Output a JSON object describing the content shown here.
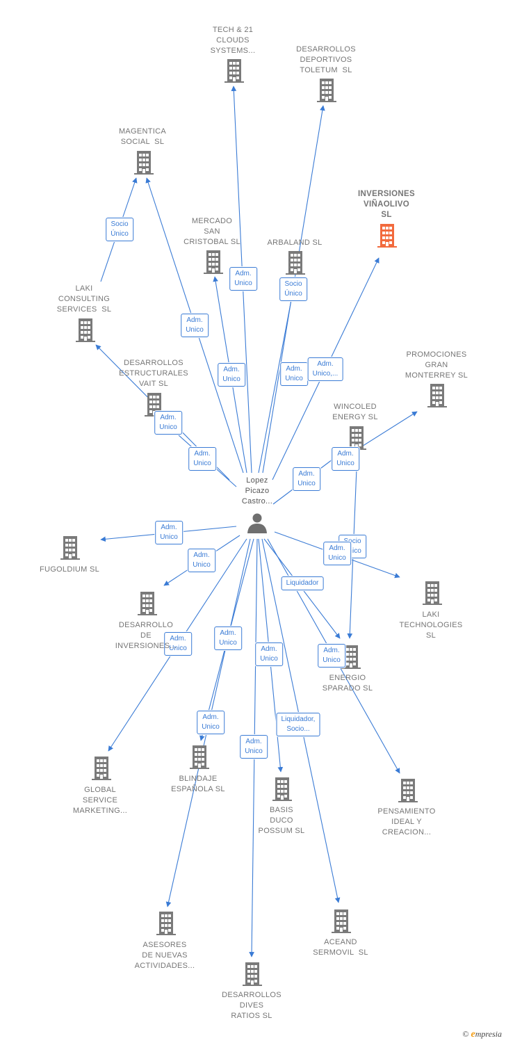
{
  "center": {
    "name": "Lopez\nPicazo\nCastro...",
    "icon": "person-icon"
  },
  "colors": {
    "edge": "#3a7bd5",
    "node": "#7a7a7a",
    "highlight": "#f26a3d"
  },
  "nodes": [
    {
      "id": "tech21",
      "label": "TECH & 21\nCLOUDS\nSYSTEMS...",
      "icon": "building-icon"
    },
    {
      "id": "deportivos",
      "label": "DESARROLLOS\nDEPORTIVOS\nTOLETUM  SL",
      "icon": "building-icon"
    },
    {
      "id": "magentica",
      "label": "MAGENTICA\nSOCIAL  SL",
      "icon": "building-icon"
    },
    {
      "id": "vinaolivo",
      "label": "INVERSIONES\nVIÑAOLIVO\nSL",
      "icon": "building-icon",
      "highlight": true
    },
    {
      "id": "mercado",
      "label": "MERCADO\nSAN\nCRISTOBAL SL",
      "icon": "building-icon"
    },
    {
      "id": "arbaland",
      "label": "ARBALAND SL",
      "icon": "building-icon"
    },
    {
      "id": "lakiconsult",
      "label": "LAKI\nCONSULTING\nSERVICES  SL",
      "icon": "building-icon"
    },
    {
      "id": "monterrey",
      "label": "PROMOCIONES\nGRAN\nMONTERREY SL",
      "icon": "building-icon"
    },
    {
      "id": "estructurales",
      "label": "DESARROLLOS\nESTRUCTURALES\nVAIT SL",
      "icon": "building-icon"
    },
    {
      "id": "wincoled",
      "label": "WINCOLED\nENERGY SL",
      "icon": "building-icon"
    },
    {
      "id": "fugoldium",
      "label": "FUGOLDIUM SL",
      "icon": "building-icon"
    },
    {
      "id": "lakitech",
      "label": "LAKI\nTECHNOLOGIES\nSL",
      "icon": "building-icon"
    },
    {
      "id": "desinv",
      "label": "DESARROLLO\nDE\nINVERSIONES...",
      "icon": "building-icon"
    },
    {
      "id": "energio",
      "label": "ENERGIO\nSPARADO SL",
      "icon": "building-icon"
    },
    {
      "id": "global",
      "label": "GLOBAL\nSERVICE\nMARKETING...",
      "icon": "building-icon"
    },
    {
      "id": "blindaje",
      "label": "BLINDAJE\nESPAÑOLA SL",
      "icon": "building-icon"
    },
    {
      "id": "basis",
      "label": "BASIS\nDUCO\nPOSSUM SL",
      "icon": "building-icon"
    },
    {
      "id": "pensamiento",
      "label": "PENSAMIENTO\nIDEAL Y\nCREACION...",
      "icon": "building-icon"
    },
    {
      "id": "asesores",
      "label": "ASESORES\nDE NUEVAS\nACTIVIDADES...",
      "icon": "building-icon"
    },
    {
      "id": "aceand",
      "label": "ACEAND\nSERMOVIL  SL",
      "icon": "building-icon"
    },
    {
      "id": "dives",
      "label": "DESARROLLOS\nDIVES\nRATIOS SL",
      "icon": "building-icon"
    }
  ],
  "edges": [
    {
      "from": "center",
      "to": "tech21",
      "label": "Adm.\nUnico"
    },
    {
      "from": "center",
      "to": "deportivos",
      "label": "Adm.\nUnico"
    },
    {
      "from": "center",
      "to": "magentica",
      "label": "Adm.\nUnico"
    },
    {
      "from": "lakiconsult",
      "to": "magentica",
      "label": "Socio\nÚnico"
    },
    {
      "from": "center",
      "to": "mercado",
      "label": "Adm.\nUnico"
    },
    {
      "from": "center",
      "to": "arbaland",
      "label": "Socio\nÚnico"
    },
    {
      "from": "center",
      "to": "vinaolivo",
      "label": "Adm.\nUnico,..."
    },
    {
      "from": "center",
      "to": "lakiconsult",
      "label": "Adm.\nUnico"
    },
    {
      "from": "center",
      "to": "estructurales",
      "label": "Adm.\nUnico"
    },
    {
      "from": "center",
      "to": "wincoled",
      "label": "Adm.\nUnico"
    },
    {
      "from": "wincoled",
      "to": "monterrey",
      "label": "Adm.\nUnico"
    },
    {
      "from": "wincoled",
      "to": "energio",
      "label": "Socio\nÚnico"
    },
    {
      "from": "center",
      "to": "fugoldium",
      "label": "Adm.\nUnico"
    },
    {
      "from": "center",
      "to": "desinv",
      "label": "Adm.\nUnico"
    },
    {
      "from": "center",
      "to": "lakitech",
      "label": "Adm.\nUnico"
    },
    {
      "from": "center",
      "to": "energio",
      "label": "Liquidador"
    },
    {
      "from": "center",
      "to": "global",
      "label": "Adm.\nUnico"
    },
    {
      "from": "center",
      "to": "blindaje",
      "label": "Adm.\nUnico"
    },
    {
      "from": "center",
      "to": "asesores",
      "label": "Adm.\nUnico"
    },
    {
      "from": "center",
      "to": "dives",
      "label": "Adm.\nUnico"
    },
    {
      "from": "center",
      "to": "basis",
      "label": "Adm.\nUnico"
    },
    {
      "from": "center",
      "to": "aceand",
      "label": "Liquidador,\nSocio..."
    },
    {
      "from": "center",
      "to": "pensamiento",
      "label": "Adm.\nUnico"
    }
  ],
  "brand": {
    "copyright": "©",
    "initial": "e",
    "rest": "mpresia"
  }
}
